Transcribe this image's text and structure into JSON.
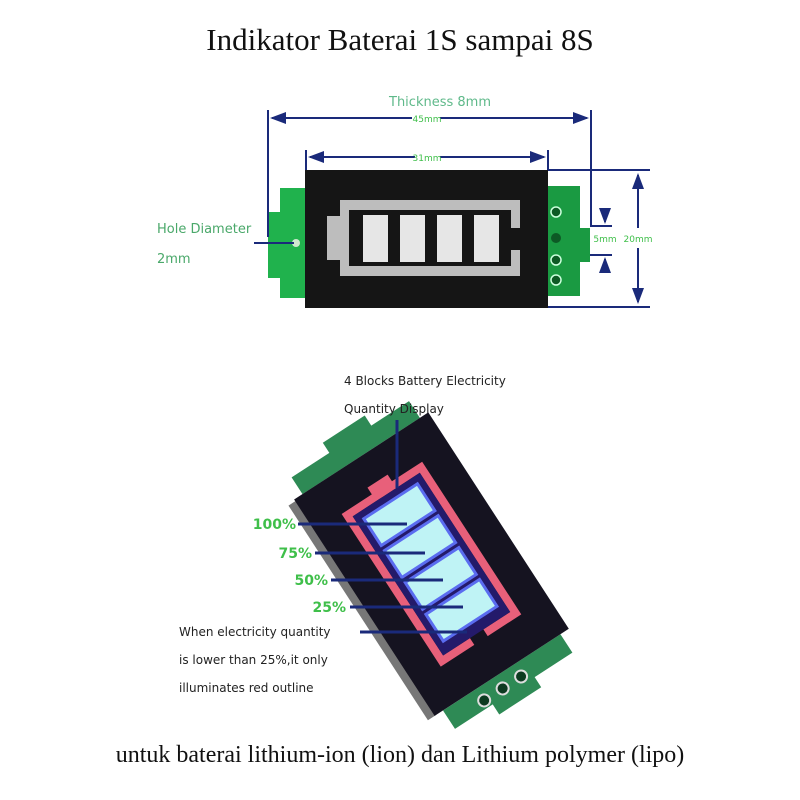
{
  "title": "Indikator Baterai 1S sampai 8S",
  "footer": "untuk baterai lithium-ion (lion) dan Lithium polymer (lipo)",
  "top_diagram": {
    "thickness": "Thickness 8mm",
    "width_total": "45mm",
    "width_display": "31mm",
    "height": "20mm",
    "pin_pitch": "5mm",
    "hole_label_1": "Hole Diameter",
    "hole_label_2": "2mm",
    "blocks": 4
  },
  "bottom_diagram": {
    "caption_1": "4 Blocks Battery Electricity",
    "caption_2": "Quantity Display",
    "levels": [
      "100%",
      "75%",
      "50%",
      "25%"
    ],
    "note_1": "When electricity quantity",
    "note_2": "is lower than 25%,it only",
    "note_3": "illuminates red outline"
  },
  "colors": {
    "dim_line": "#1a2a7a",
    "label_green": "#3fbf4a",
    "pcb": "#1fa34a",
    "pcb_dark": "#2e7d4a",
    "face": "#151515",
    "face_lit": "#1a1440",
    "outline_red": "#e8607a",
    "block_lit": "#bff3f5"
  }
}
